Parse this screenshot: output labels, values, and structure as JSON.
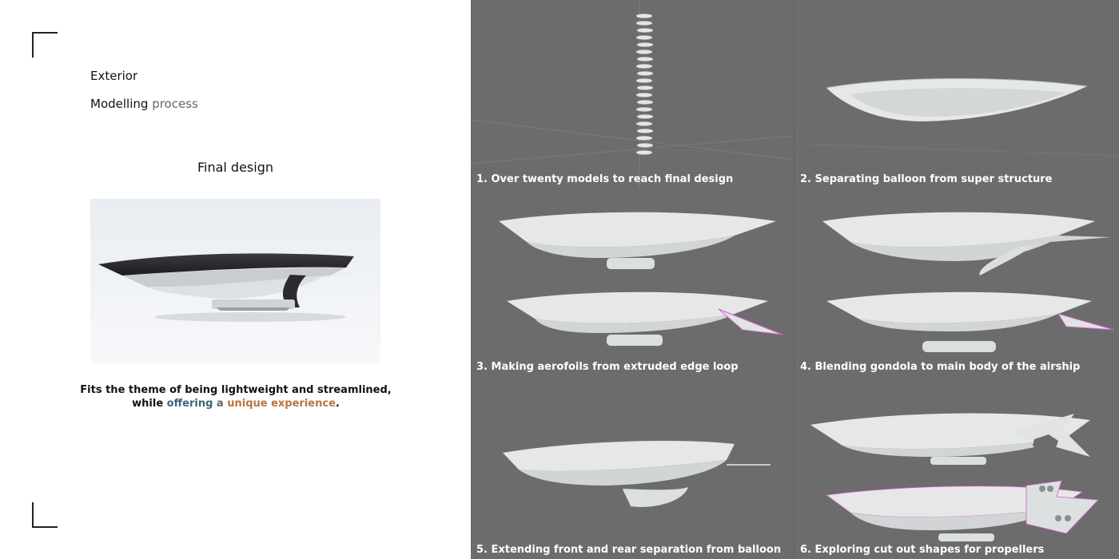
{
  "left": {
    "heading": "Exterior",
    "subheading_bold": "Modelling",
    "subheading_light": "process",
    "final_title": "Final design",
    "caption_line1": "Fits the theme of being lightweight and streamlined,",
    "caption_while": "while",
    "caption_offering": "offering",
    "caption_a": "a",
    "caption_unique": "unique experience",
    "caption_end": "."
  },
  "panels": [
    {
      "label": "1. Over twenty models to reach final design"
    },
    {
      "label": "2. Separating balloon from super structure"
    },
    {
      "label": "3. Making aerofoils from extruded edge loop"
    },
    {
      "label": "4. Blending gondola to main body of the airship"
    },
    {
      "label": "5. Extending front and rear separation from balloon"
    },
    {
      "label": "6. Exploring cut out shapes for propellers"
    }
  ],
  "colors": {
    "viewport_bg": "#6c6c6c",
    "model_white": "#e4e6e6",
    "highlight_blue": "#3f6478",
    "highlight_orange": "#b8743f",
    "edge_pink": "#d45fc8"
  }
}
